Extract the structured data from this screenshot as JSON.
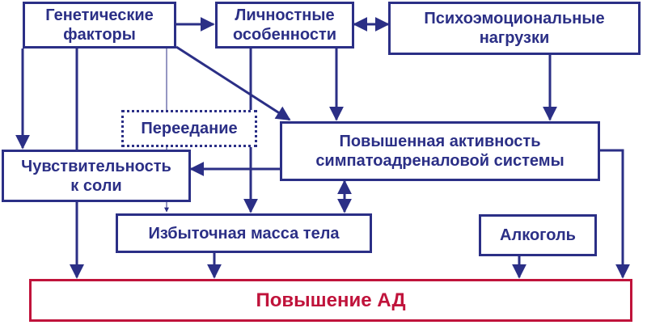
{
  "nodes": {
    "genetic": "Генетические\nфакторы",
    "personal": "Личностные\nособенности",
    "psycho": "Психоэмоциональные\nнагрузки",
    "overeating": "Переедание",
    "sympatho": "Повышенная активность\nсимпатоадреналовой системы",
    "salt": "Чувствительность\nк соли",
    "weight": "Избыточная масса тела",
    "alcohol": "Алкоголь",
    "result": "Повышение АД"
  },
  "colors": {
    "primary": "#2b2f86",
    "accent": "#c0133b"
  }
}
